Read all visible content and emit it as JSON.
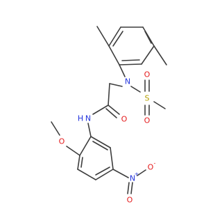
{
  "molecule": {
    "atoms": {
      "N_sulfonamide": "N",
      "S": "S",
      "O_s1": "O",
      "O_s2": "O",
      "O_amide": "O",
      "NH_amide": "N",
      "H_amide": "H",
      "O_methoxy": "O",
      "N_nitro": "N",
      "N_nitro_charge": "+",
      "O_nitro1": "O",
      "O_nitro2": "O",
      "O_nitro2_charge": "-"
    },
    "colors": {
      "carbon_bond": "#3d3d3d",
      "oxygen": "#e41a1c",
      "nitrogen": "#2233dd",
      "sulfur": "#b5a000"
    }
  }
}
